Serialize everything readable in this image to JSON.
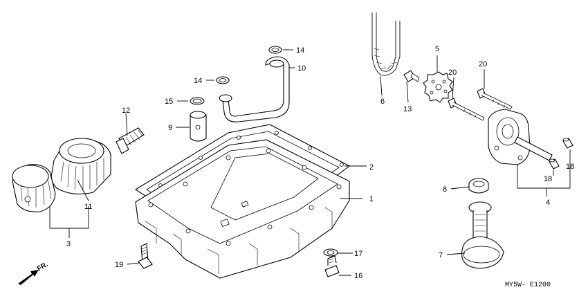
{
  "diagram": {
    "code": "MY5W- E1200",
    "front_marker": "FR.",
    "labels": [
      {
        "id": "p1",
        "text": "1"
      },
      {
        "id": "p2",
        "text": "2"
      },
      {
        "id": "p3",
        "text": "3"
      },
      {
        "id": "p4",
        "text": "4"
      },
      {
        "id": "p5",
        "text": "5"
      },
      {
        "id": "p6",
        "text": "6"
      },
      {
        "id": "p7",
        "text": "7"
      },
      {
        "id": "p8",
        "text": "8"
      },
      {
        "id": "p9",
        "text": "9"
      },
      {
        "id": "p10",
        "text": "10"
      },
      {
        "id": "p11",
        "text": "11"
      },
      {
        "id": "p12",
        "text": "12"
      },
      {
        "id": "p13",
        "text": "13"
      },
      {
        "id": "p14a",
        "text": "14"
      },
      {
        "id": "p14b",
        "text": "14"
      },
      {
        "id": "p15",
        "text": "15"
      },
      {
        "id": "p16",
        "text": "16"
      },
      {
        "id": "p17",
        "text": "17"
      },
      {
        "id": "p18a",
        "text": "18"
      },
      {
        "id": "p18b",
        "text": "18"
      },
      {
        "id": "p19",
        "text": "19"
      },
      {
        "id": "p20a",
        "text": "20"
      },
      {
        "id": "p20b",
        "text": "20"
      }
    ]
  }
}
